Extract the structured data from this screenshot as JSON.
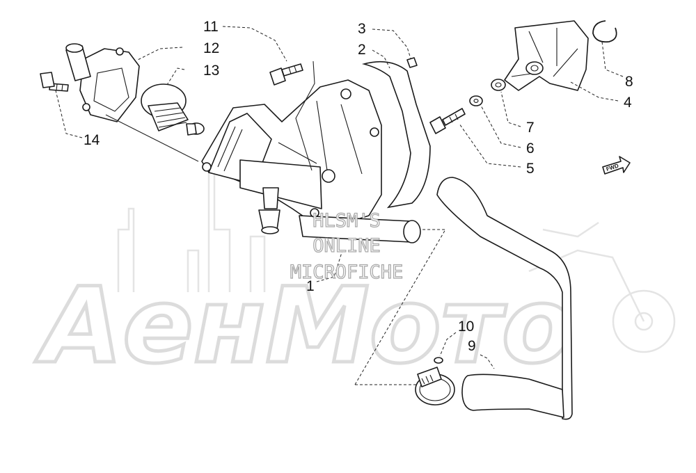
{
  "diagram": {
    "watermark": {
      "brand": "AeнMoтo",
      "lines": [
        "HLSM'S",
        "ONLINE",
        "MICROFICHE"
      ]
    },
    "callouts": {
      "c1": "1",
      "c2": "2",
      "c3": "3",
      "c4": "4",
      "c5": "5",
      "c6": "6",
      "c7": "7",
      "c8": "8",
      "c9": "9",
      "c10": "10",
      "c11": "11",
      "c12": "12",
      "c13": "13",
      "c14": "14"
    },
    "direction_tag": "FWD"
  }
}
